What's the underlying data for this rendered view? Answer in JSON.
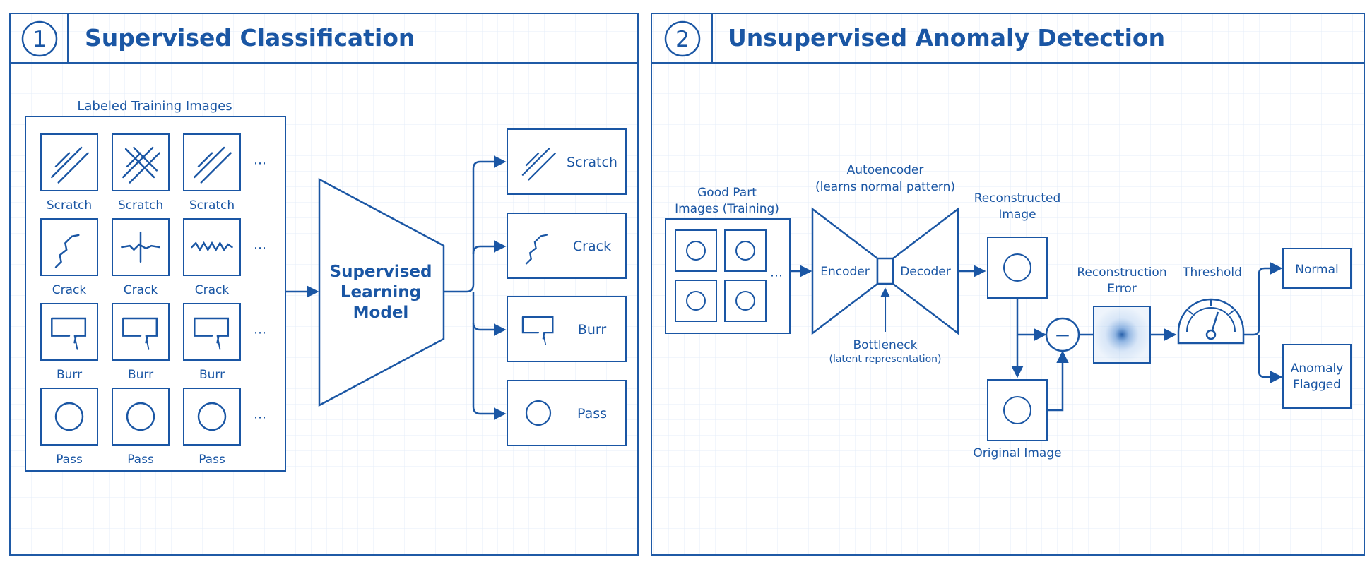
{
  "colors": {
    "ink": "#1a56a4",
    "grid": "#e4eef9",
    "frame": "#1f5aa6"
  },
  "panel1": {
    "number": "1",
    "title": "Supervised Classification",
    "training_header": "Labeled Training Images",
    "rows": [
      {
        "label": "Scratch",
        "icon": "scratch-icon"
      },
      {
        "label": "Crack",
        "icon": "crack-icon"
      },
      {
        "label": "Burr",
        "icon": "burr-icon"
      },
      {
        "label": "Pass",
        "icon": "circle-icon"
      }
    ],
    "ellipsis": "···",
    "model_lines": [
      "Supervised",
      "Learning",
      "Model"
    ],
    "outputs": [
      {
        "label": "Scratch",
        "icon": "scratch-icon"
      },
      {
        "label": "Crack",
        "icon": "crack-icon"
      },
      {
        "label": "Burr",
        "icon": "burr-icon"
      },
      {
        "label": "Pass",
        "icon": "circle-icon"
      }
    ]
  },
  "panel2": {
    "number": "2",
    "title": "Unsupervised Anomaly Detection",
    "good_parts_lines": [
      "Good Part",
      "Images (Training)"
    ],
    "autoencoder_lines": [
      "Autoencoder",
      "(learns normal pattern)"
    ],
    "encoder": "Encoder",
    "decoder": "Decoder",
    "bottleneck": "Bottleneck",
    "latent": "(latent representation)",
    "reconstructed_lines": [
      "Reconstructed",
      "Image"
    ],
    "original": "Original Image",
    "minus": "−",
    "error_lines": [
      "Reconstruction",
      "Error"
    ],
    "threshold": "Threshold",
    "normal": "Normal",
    "anomaly_lines": [
      "Anomaly",
      "Flagged"
    ],
    "ellipsis": "···"
  }
}
